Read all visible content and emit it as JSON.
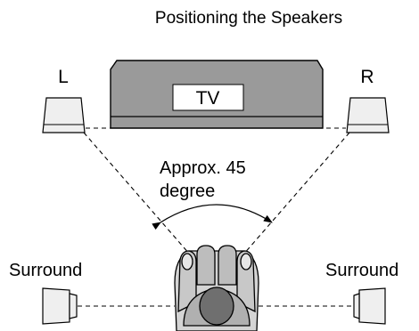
{
  "diagram": {
    "title": "Positioning the Speakers",
    "left_label": "L",
    "right_label": "R",
    "tv_label": "TV",
    "angle_label_line1": "Approx. 45",
    "angle_label_line2": "degree",
    "surround_left_label": "Surround",
    "surround_right_label": "Surround"
  }
}
